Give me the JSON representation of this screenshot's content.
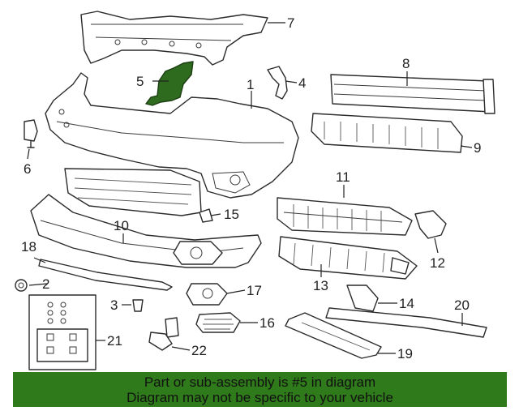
{
  "banner": {
    "line1": "Part or sub-assembly is #5 in diagram",
    "line2": "Diagram may not be specific to your vehicle"
  },
  "highlight_part": "5",
  "colors": {
    "banner": "#2f7a1a",
    "highlight": "#2e6b1f"
  },
  "callouts": [
    "1",
    "2",
    "3",
    "4",
    "5",
    "6",
    "7",
    "8",
    "9",
    "10",
    "11",
    "12",
    "13",
    "14",
    "15",
    "16",
    "17",
    "18",
    "19",
    "20",
    "21",
    "22"
  ]
}
